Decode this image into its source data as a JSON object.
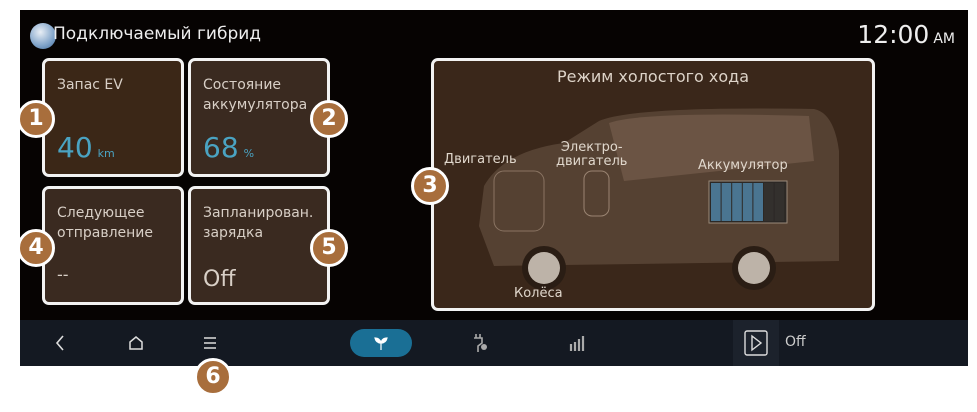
{
  "header": {
    "title": "Подключаемый гибрид",
    "time": "12:00",
    "ampm": "AM"
  },
  "cards": [
    {
      "label": "Запас EV",
      "value": "40",
      "unit": "km"
    },
    {
      "label_line1": "Состояние",
      "label_line2": "аккумулятора",
      "value": "68",
      "unit": "%"
    },
    {
      "label_line1": "Следующее",
      "label_line2": "отправление",
      "value": "--"
    },
    {
      "label_line1": "Запланирован.",
      "label_line2": "зарядка",
      "value": "Off"
    }
  ],
  "energy_flow": {
    "title": "Режим холостого хода",
    "engine": "Двигатель",
    "motor_line1": "Электро-",
    "motor_line2": "двигатель",
    "battery": "Аккумулятор",
    "wheels": "Колёса",
    "battery_level_percent": 68,
    "battery_color": "#4a7591"
  },
  "navbar": {
    "icons": [
      "back-icon",
      "home-icon",
      "menu-icon",
      "eco-leaf-icon",
      "plug-gear-icon",
      "bar-chart-icon",
      "play-icon"
    ],
    "play_status": "Off",
    "accent": "#1a6f95"
  },
  "callouts": [
    "1",
    "2",
    "3",
    "4",
    "5",
    "6"
  ]
}
